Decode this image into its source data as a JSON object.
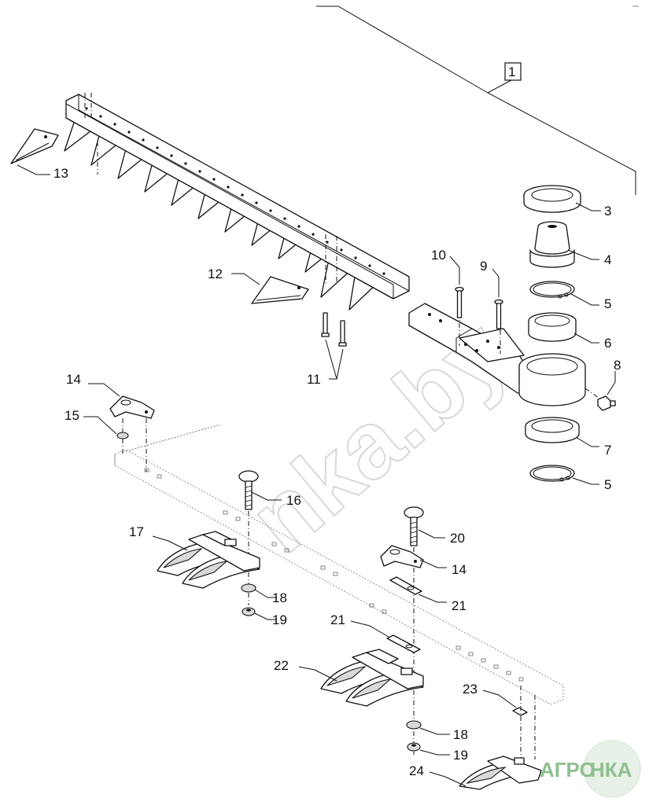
{
  "callouts": {
    "c1": "1",
    "c3": "3",
    "c4": "4",
    "c5a": "5",
    "c5b": "5",
    "c6": "6",
    "c7": "7",
    "c8": "8",
    "c9": "9",
    "c10": "10",
    "c11": "11",
    "c12": "12",
    "c13": "13",
    "c14a": "14",
    "c14b": "14",
    "c15": "15",
    "c16": "16",
    "c17": "17",
    "c18a": "18",
    "c18b": "18",
    "c19a": "19",
    "c19b": "19",
    "c20": "20",
    "c21a": "21",
    "c21b": "21",
    "c22": "22",
    "c23": "23",
    "c24": "24"
  },
  "watermark": {
    "text": "nka.by"
  },
  "logo": {
    "text_left": "АГРО",
    "text_right": "НКА",
    "color": "#8fbf8f"
  }
}
